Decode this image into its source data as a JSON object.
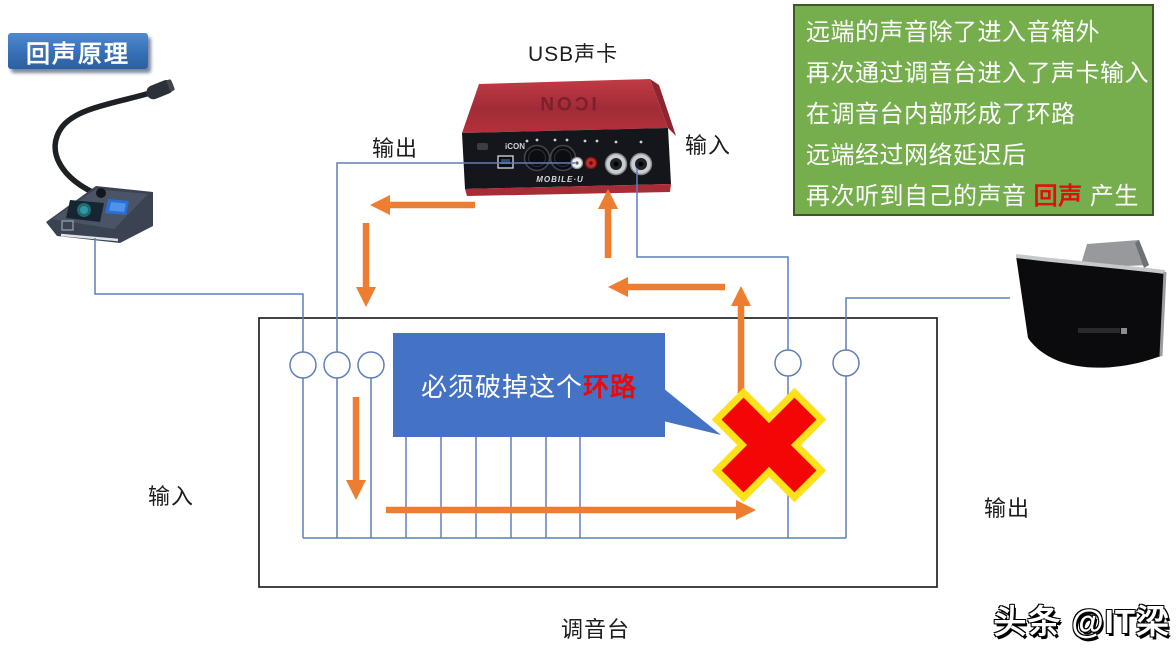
{
  "title_badge": "回声原理",
  "soundcard": {
    "label": "USB声卡",
    "brand_top": "ICON",
    "brand_front": "iCON",
    "model": "MOBILE·U"
  },
  "labels": {
    "soundcard_output": "输出",
    "soundcard_input": "输入",
    "mixer_input": "输入",
    "mixer_output": "输出",
    "mixer": "调音台"
  },
  "bubble": {
    "text": "必须破掉这个",
    "highlight": "环路"
  },
  "note": {
    "lines": [
      "远端的声音除了进入音箱外",
      "再次通过调音台进入了声卡输入",
      "在调音台内部形成了环路",
      "远端经过网络延迟后"
    ],
    "last": {
      "pre": "再次听到自己的声音 ",
      "highlight": "回声",
      "post": " 产生"
    }
  },
  "watermark": "头条 @IT梁",
  "colors": {
    "arrow_orange": "#ED7D31",
    "wire_blue": "#5F7FB8",
    "bubble_blue": "#4472C4",
    "note_green": "#76AE4E",
    "badge_blue": "#3A74BA",
    "cross_red": "#F40606",
    "cross_yellow": "#FFE11A",
    "highlight_red": "#E01010"
  }
}
